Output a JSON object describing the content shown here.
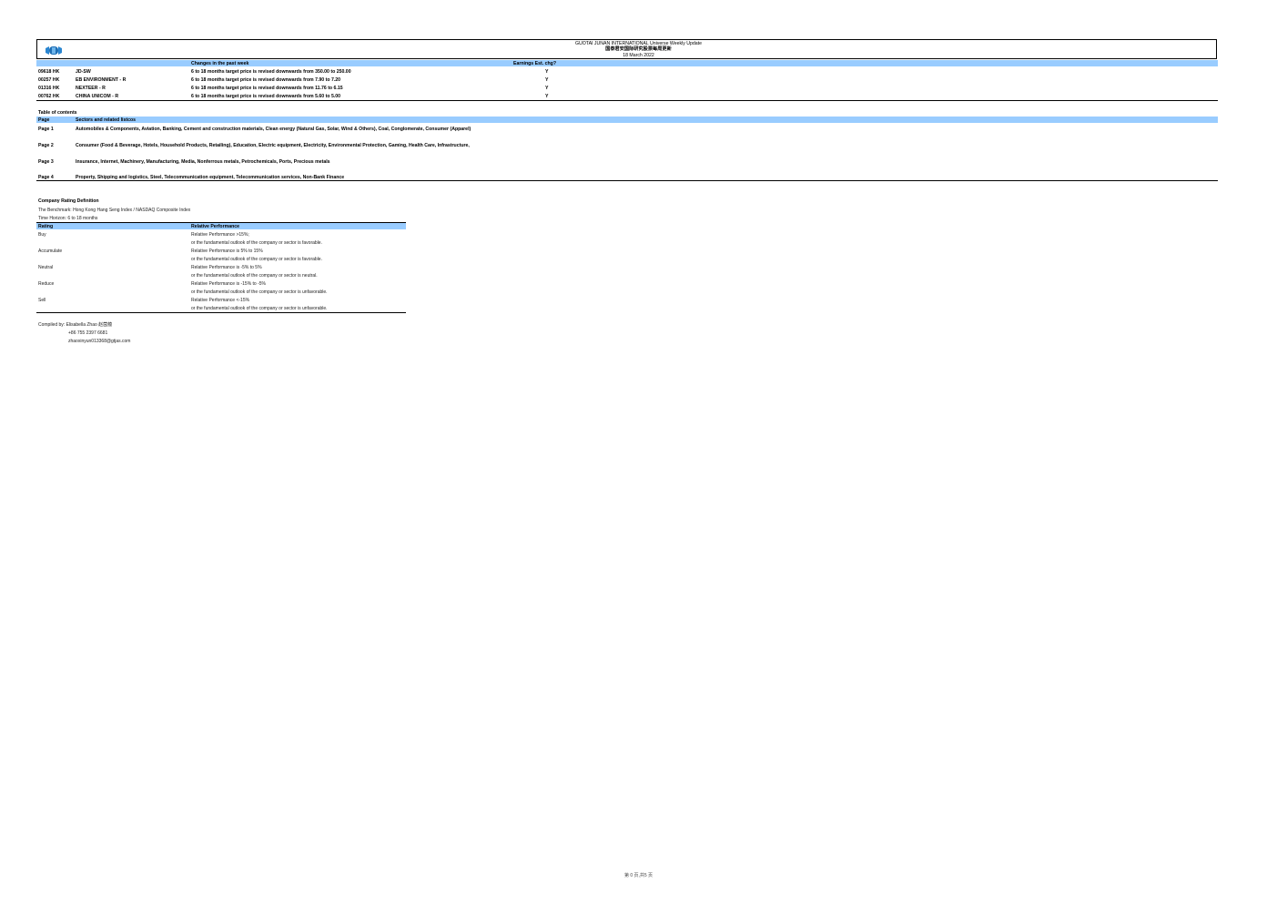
{
  "header": {
    "title": "GUOTAI JUNAN INTERNATIONAL Universe Weekly Update",
    "subtitle": "国泰君安国际研究股票每周更新",
    "date": "18 March 2022"
  },
  "changes": {
    "col_changes": "Changes in the past week",
    "col_earnings": "Earnings Est. chg?",
    "rows": [
      {
        "ticker": "09618 HK",
        "name": "JD-SW",
        "change": "6 to 18 months target price is revised downwards from 350.00 to 250.00",
        "earnings": "Y"
      },
      {
        "ticker": "00257 HK",
        "name": "EB ENVIRONMENT - R",
        "change": "6 to 18 months target price is revised downwards from 7.90 to 7.20",
        "earnings": "Y"
      },
      {
        "ticker": "01316 HK",
        "name": "NEXTEER - R",
        "change": "6 to 18 months target price is revised downwards from 11.76 to 6.15",
        "earnings": "Y"
      },
      {
        "ticker": "00762 HK",
        "name": "CHINA UNICOM - R",
        "change": "6 to 18 months target price is revised downwards from 5.60 to 5.00",
        "earnings": "Y"
      }
    ]
  },
  "toc": {
    "title": "Table of contents",
    "col_page": "Page",
    "col_sectors": "Sectors and related listcos",
    "rows": [
      {
        "page": "Page 1",
        "sectors": "Automobiles & Components, Aviation, Banking, Cement and construction materials, Clean energy (Natural Gas, Solar, Wind & Others), Coal, Conglomerate, Consumer (Apparel)"
      },
      {
        "page": "Page 2",
        "sectors": "Consumer (Food & Beverage, Hotels, Household Products, Retailing), Education, Electric equipment, Electricity, Environmental Protection, Gaming, Health Care, Infrastructure,"
      },
      {
        "page": "Page 3",
        "sectors": "Insurance, Internet, Machinery, Manufacturing, Media, Nonferrous metals, Petrochemicals, Ports, Precious metals"
      },
      {
        "page": "Page 4",
        "sectors": "Property, Shipping and logistics, Steel, Telecommunication equipment, Telecommunication services, Non-Bank Finance"
      }
    ]
  },
  "rating": {
    "title": "Company Rating Definition",
    "benchmark": "The Benchmark: Hong Kong Hang Seng Index / NASDAQ Composite Index",
    "horizon": "Time Horizon: 6 to 18 months",
    "col_rating": "Rating",
    "col_perf": "Relative Performance",
    "rows": [
      {
        "rating": "Buy",
        "line1": "Relative Performance >15%;",
        "line2": "or the fundamental outlook of the company or sector is favorable."
      },
      {
        "rating": "Accumulate",
        "line1": "Relative Performance is 5% to 15%",
        "line2": "or the fundamental outlook of the company or sector is favorable."
      },
      {
        "rating": "Neutral",
        "line1": "Relative Performance is -5% to 5%",
        "line2": "or the fundamental outlook of the company or sector is neutral."
      },
      {
        "rating": "Reduce",
        "line1": "Relative Performance is -15% to -5%",
        "line2": "or the fundamental outlook of the company or sector is unfavorable."
      },
      {
        "rating": "Sell",
        "line1": "Relative Performance <-15%",
        "line2": "or the fundamental outlook of the company or sector is unfavorable."
      }
    ]
  },
  "compiled": {
    "by": "Compiled by: Elisabella Zhao 赵茵蕴",
    "phone": "+86 755 2397 6681",
    "email": "zhaoxinyun013368@gtjas.com"
  },
  "footer": {
    "page_label": "第 0 页,共5 页"
  }
}
